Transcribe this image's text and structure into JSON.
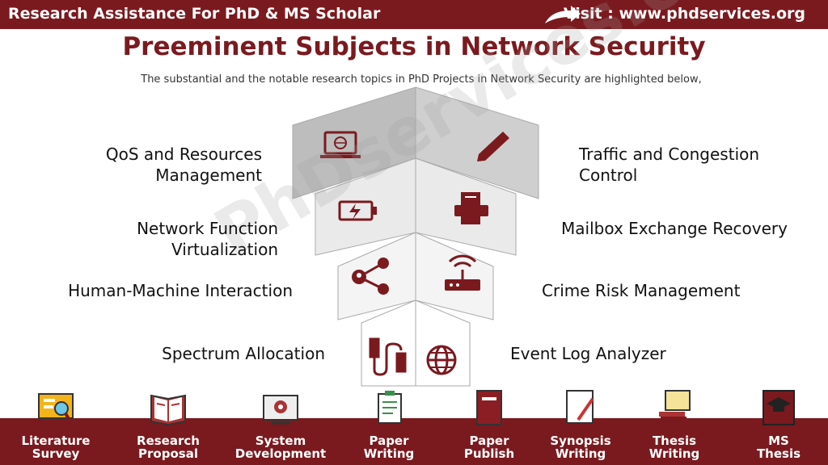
{
  "header": {
    "left_text": "Research Assistance For PhD & MS Scholar",
    "right_text": "Visit : www.phdservices.org"
  },
  "title": "Preeminent Subjects in Network Security",
  "subtitle": "The substantial and the notable research topics in PhD Projects in Network Security are highlighted below,",
  "watermark": "PhDservices.org",
  "topics_left": [
    {
      "line1": "QoS and Resources",
      "line2": "Management"
    },
    {
      "line1": "Network Function",
      "line2": "Virtualization"
    },
    {
      "line1": "Human-Machine Interaction",
      "line2": ""
    },
    {
      "line1": "Spectrum Allocation",
      "line2": ""
    }
  ],
  "topics_right": [
    {
      "line1": "Traffic and Congestion",
      "line2": "Control"
    },
    {
      "line1": "Mailbox Exchange Recovery",
      "line2": ""
    },
    {
      "line1": "Crime Risk Management",
      "line2": ""
    },
    {
      "line1": "Event Log Analyzer",
      "line2": ""
    }
  ],
  "icons": [
    "laptop-globe-icon",
    "pencil-icon",
    "battery-charge-icon",
    "printer-icon",
    "share-icon",
    "router-icon",
    "cable-icon",
    "globe-icon"
  ],
  "footer": [
    {
      "line1": "Literature",
      "line2": "Survey",
      "icon": "magnifier-board-icon"
    },
    {
      "line1": "Research",
      "line2": "Proposal",
      "icon": "open-book-icon"
    },
    {
      "line1": "System",
      "line2": "Development",
      "icon": "monitor-gear-icon"
    },
    {
      "line1": "Paper",
      "line2": "Writing",
      "icon": "clipboard-icon"
    },
    {
      "line1": "Paper",
      "line2": "Publish",
      "icon": "book-icon"
    },
    {
      "line1": "Synopsis",
      "line2": "Writing",
      "icon": "pen-paper-icon"
    },
    {
      "line1": "Thesis",
      "line2": "Writing",
      "icon": "scroll-books-icon"
    },
    {
      "line1": "MS",
      "line2": "Thesis",
      "icon": "graduation-cap-book-icon"
    }
  ],
  "colors": {
    "brand": "#7a1a1f",
    "panel_dark": "#bdbdbd",
    "panel_light": "#f2f2f2"
  }
}
